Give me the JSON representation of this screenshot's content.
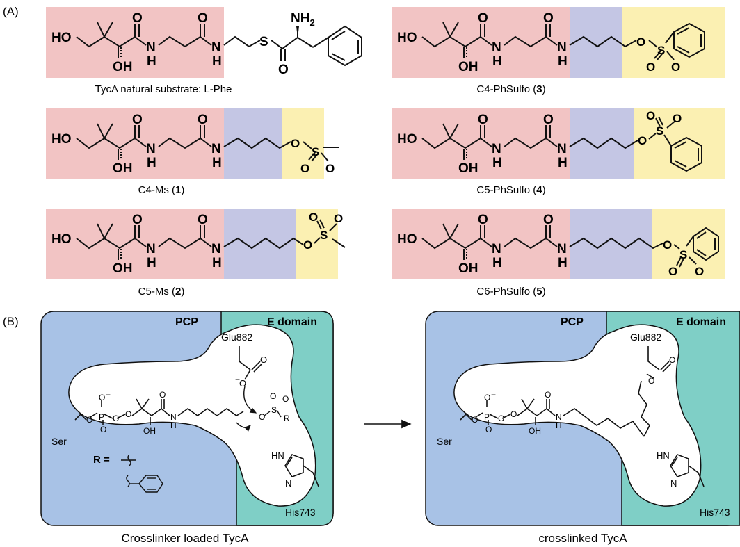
{
  "colors": {
    "pantetheine": "#f2c4c4",
    "linker": "#c4c6e4",
    "sulfonate": "#fbf0b2",
    "pcp": "#a8c2e6",
    "e_domain": "#7fcfc6",
    "bond": "#111111"
  },
  "panel_a": {
    "label": "(A)",
    "atoms": {
      "ho": "HO",
      "oh": "OH",
      "o": "O",
      "n": "N",
      "h": "H",
      "s": "S",
      "nh2": "NH",
      "nh2_sub": "2"
    },
    "compounds": [
      {
        "name": "TycA natural substrate: L-Phe",
        "number": ""
      },
      {
        "name": "C4-PhSulfo (",
        "number": "3",
        "suffix": ")"
      },
      {
        "name": "C4-Ms (",
        "number": "1",
        "suffix": ")"
      },
      {
        "name": "C5-PhSulfo (",
        "number": "4",
        "suffix": ")"
      },
      {
        "name": "C5-Ms (",
        "number": "2",
        "suffix": ")"
      },
      {
        "name": "C6-PhSulfo (",
        "number": "5",
        "suffix": ")"
      }
    ]
  },
  "panel_b": {
    "label": "(B)",
    "pcp_label": "PCP",
    "e_domain_label": "E domain",
    "glu_label": "Glu882",
    "his_label": "His743",
    "ser_label": "Ser",
    "r_label": "R =",
    "atoms": {
      "o": "O",
      "p": "P",
      "s": "S",
      "r": "R",
      "hn": "HN",
      "n": "N",
      "h": "H",
      "oh": "OH",
      "minus": "−"
    },
    "left_caption": "Crosslinker loaded TycA",
    "right_caption": "crosslinked TycA"
  }
}
